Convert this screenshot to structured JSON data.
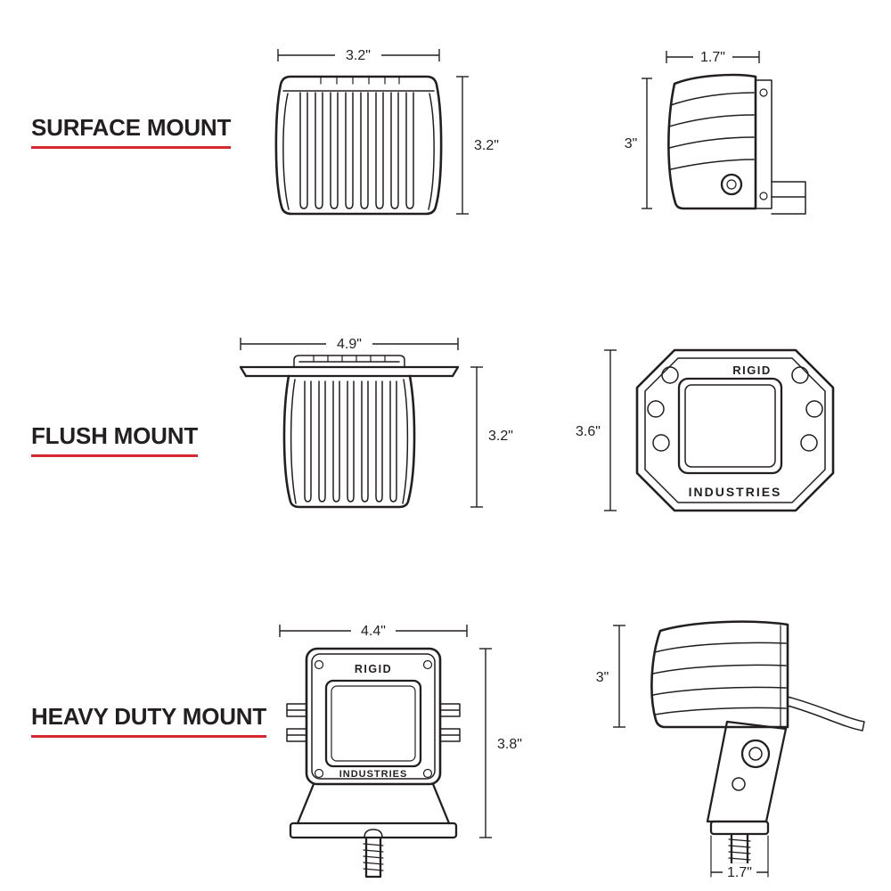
{
  "page": {
    "background": "#ffffff"
  },
  "colors": {
    "line": "#231f20",
    "accent_red": "#d7282f"
  },
  "sections": [
    {
      "label": "SURFACE MOUNT",
      "front": {
        "width": "3.2\"",
        "height": "3.2\""
      },
      "side": {
        "width": "1.7\"",
        "height": "3\""
      }
    },
    {
      "label": "FLUSH MOUNT",
      "front": {
        "width": "4.9\"",
        "height": "3.2\""
      },
      "face": {
        "height": "3.6\"",
        "brand_top": "RIGID",
        "brand_bottom": "INDUSTRIES"
      }
    },
    {
      "label": "HEAVY DUTY MOUNT",
      "front": {
        "width": "4.4\"",
        "height": "3.8\"",
        "brand_top": "RIGID",
        "brand_bottom": "INDUSTRIES"
      },
      "side": {
        "height": "3\"",
        "width": "1.7\""
      }
    }
  ]
}
